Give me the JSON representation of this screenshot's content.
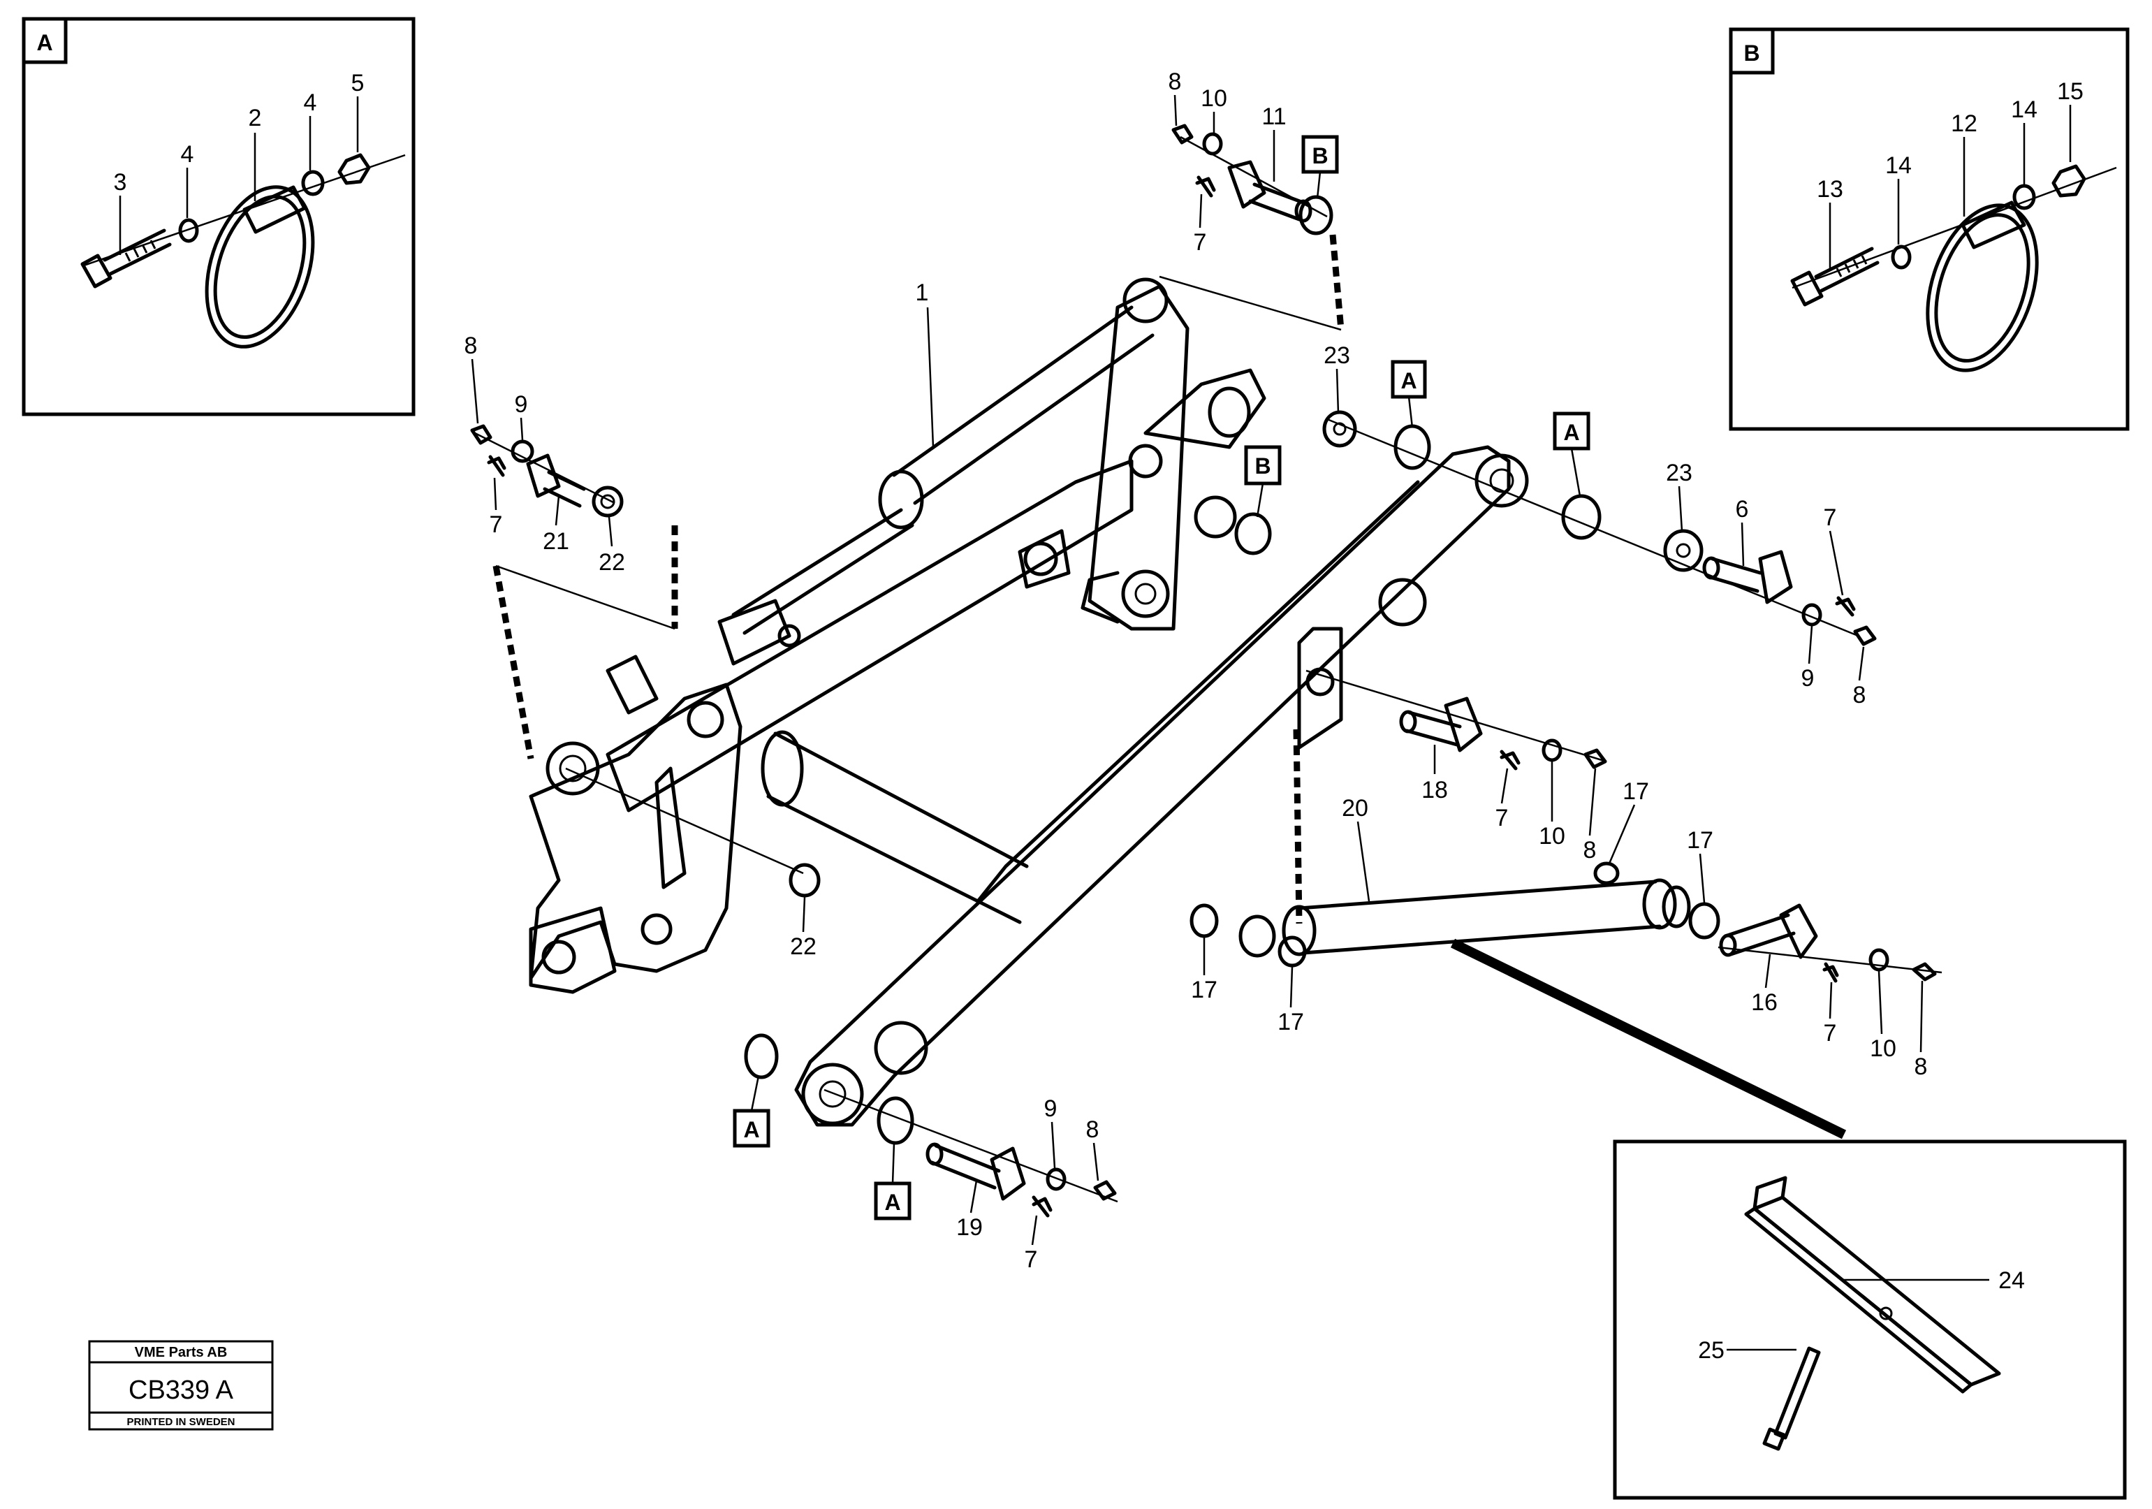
{
  "stamp": {
    "company": "VME Parts AB",
    "code": "CB339 A",
    "printed": "PRINTED IN SWEDEN"
  },
  "detail_a": {
    "letter": "A",
    "labels": [
      "2",
      "3",
      "4",
      "4",
      "5"
    ]
  },
  "detail_b": {
    "letter": "B",
    "labels": [
      "12",
      "13",
      "14",
      "14",
      "15"
    ]
  },
  "detail_24": {
    "labels": [
      "24",
      "25"
    ]
  },
  "ref_boxes": [
    "A",
    "A",
    "A",
    "A",
    "B",
    "B"
  ],
  "labels": {
    "l1": "1",
    "l6": "6",
    "l7": "7",
    "l8": "8",
    "l9": "9",
    "l10": "10",
    "l11": "11",
    "l16": "16",
    "l17": "17",
    "l18": "18",
    "l19": "19",
    "l20": "20",
    "l21": "21",
    "l22": "22",
    "l23": "23"
  }
}
